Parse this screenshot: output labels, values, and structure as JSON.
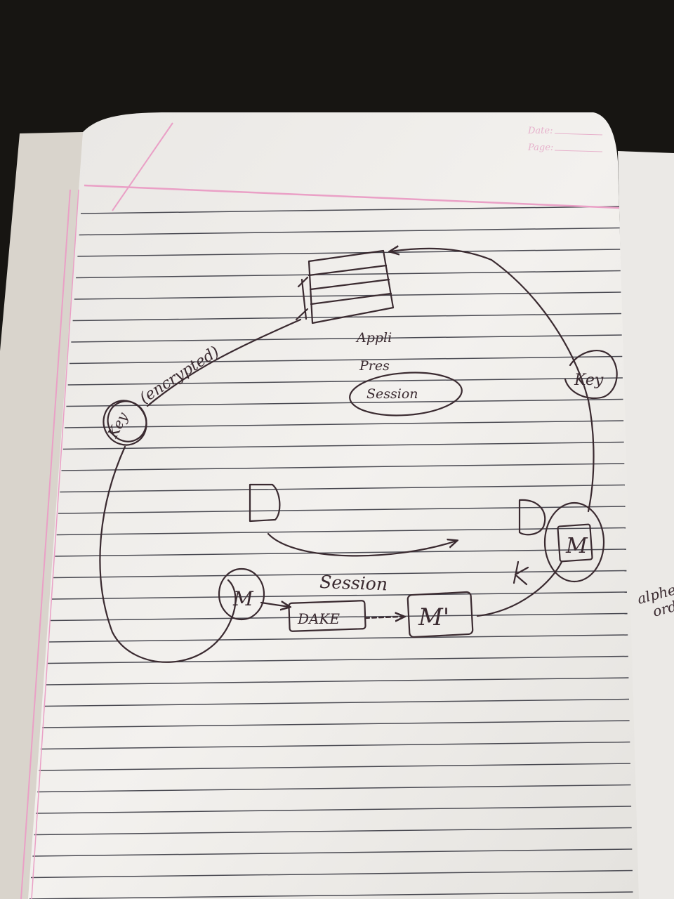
{
  "page_header": {
    "date_label": "Date:",
    "page_label": "Page:"
  },
  "labels": {
    "encrypted": "(encrypted)",
    "key_left": "Key",
    "key_right": "Key",
    "appli": "Appli",
    "pres": "Pres",
    "session_circled": "Session",
    "session_middle": "Session",
    "m_left": "M",
    "m_right": "M",
    "m_prime": "M'",
    "dake": "DAKE",
    "d_left": "D",
    "d_right": "D",
    "k_arrow": "K",
    "edge_note_1": "alphe",
    "edge_note_2": "ord"
  },
  "colors": {
    "ink": "#3a2a30",
    "margin_line": "#eaa0c6",
    "rule_line": "#4a4a52",
    "paper": "#f2f0ec",
    "background": "#171512"
  }
}
